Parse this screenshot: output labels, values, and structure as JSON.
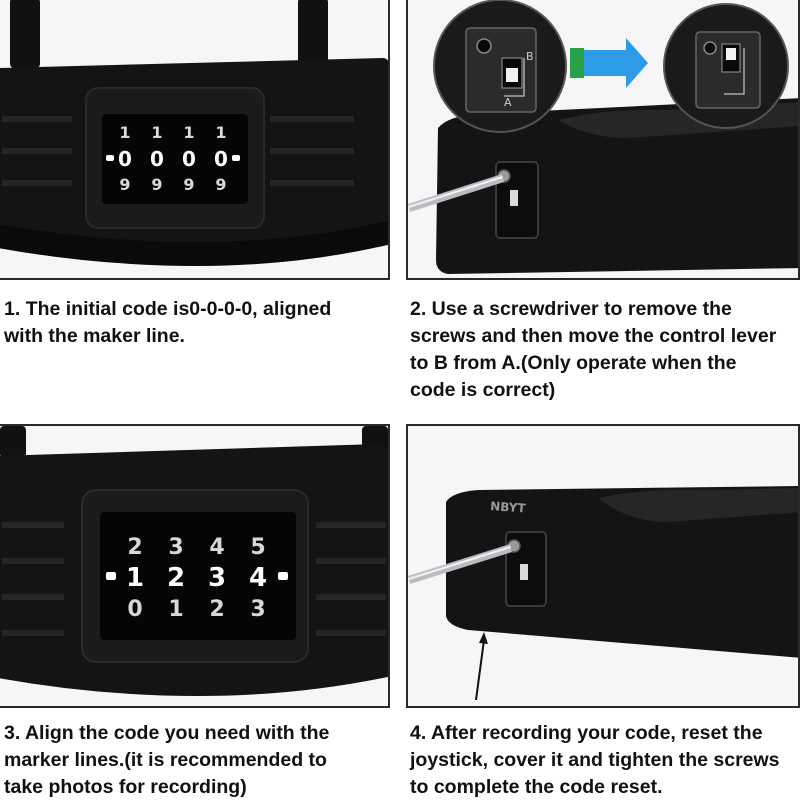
{
  "steps": [
    {
      "caption_lines": [
        "1. The initial code is0-0-0-0, aligned",
        "with the maker line."
      ]
    },
    {
      "caption_lines": [
        "2. Use a screwdriver to remove the",
        "screws and then move the control lever",
        "to B  from A.(Only operate when the",
        "code is correct)"
      ]
    },
    {
      "caption_lines": [
        "3. Align the code you need with the",
        "marker lines.(it is recommended to",
        "take photos for recording)"
      ]
    },
    {
      "caption_lines": [
        "4. After recording your code, reset the",
        "joystick, cover it and tighten the screws",
        "to complete the code reset."
      ]
    }
  ],
  "lock1": {
    "dials": [
      {
        "top": "1",
        "mid": "0",
        "bot": "9"
      },
      {
        "top": "1",
        "mid": "0",
        "bot": "9"
      },
      {
        "top": "1",
        "mid": "0",
        "bot": "9"
      },
      {
        "top": "1",
        "mid": "0",
        "bot": "9"
      }
    ]
  },
  "lock3": {
    "dials": [
      {
        "top": "2",
        "mid": "1",
        "bot": "0"
      },
      {
        "top": "3",
        "mid": "2",
        "bot": "1"
      },
      {
        "top": "4",
        "mid": "3",
        "bot": "2"
      },
      {
        "top": "5",
        "mid": "4",
        "bot": "3"
      }
    ]
  },
  "lever": {
    "label_b": "B",
    "label_a": "A"
  },
  "brand": "NBYT",
  "colors": {
    "lock_body": "#141414",
    "panel_bg": "#f4f4f4",
    "arrow": "#2e9be6",
    "arrow_tail": "#27a24a"
  }
}
